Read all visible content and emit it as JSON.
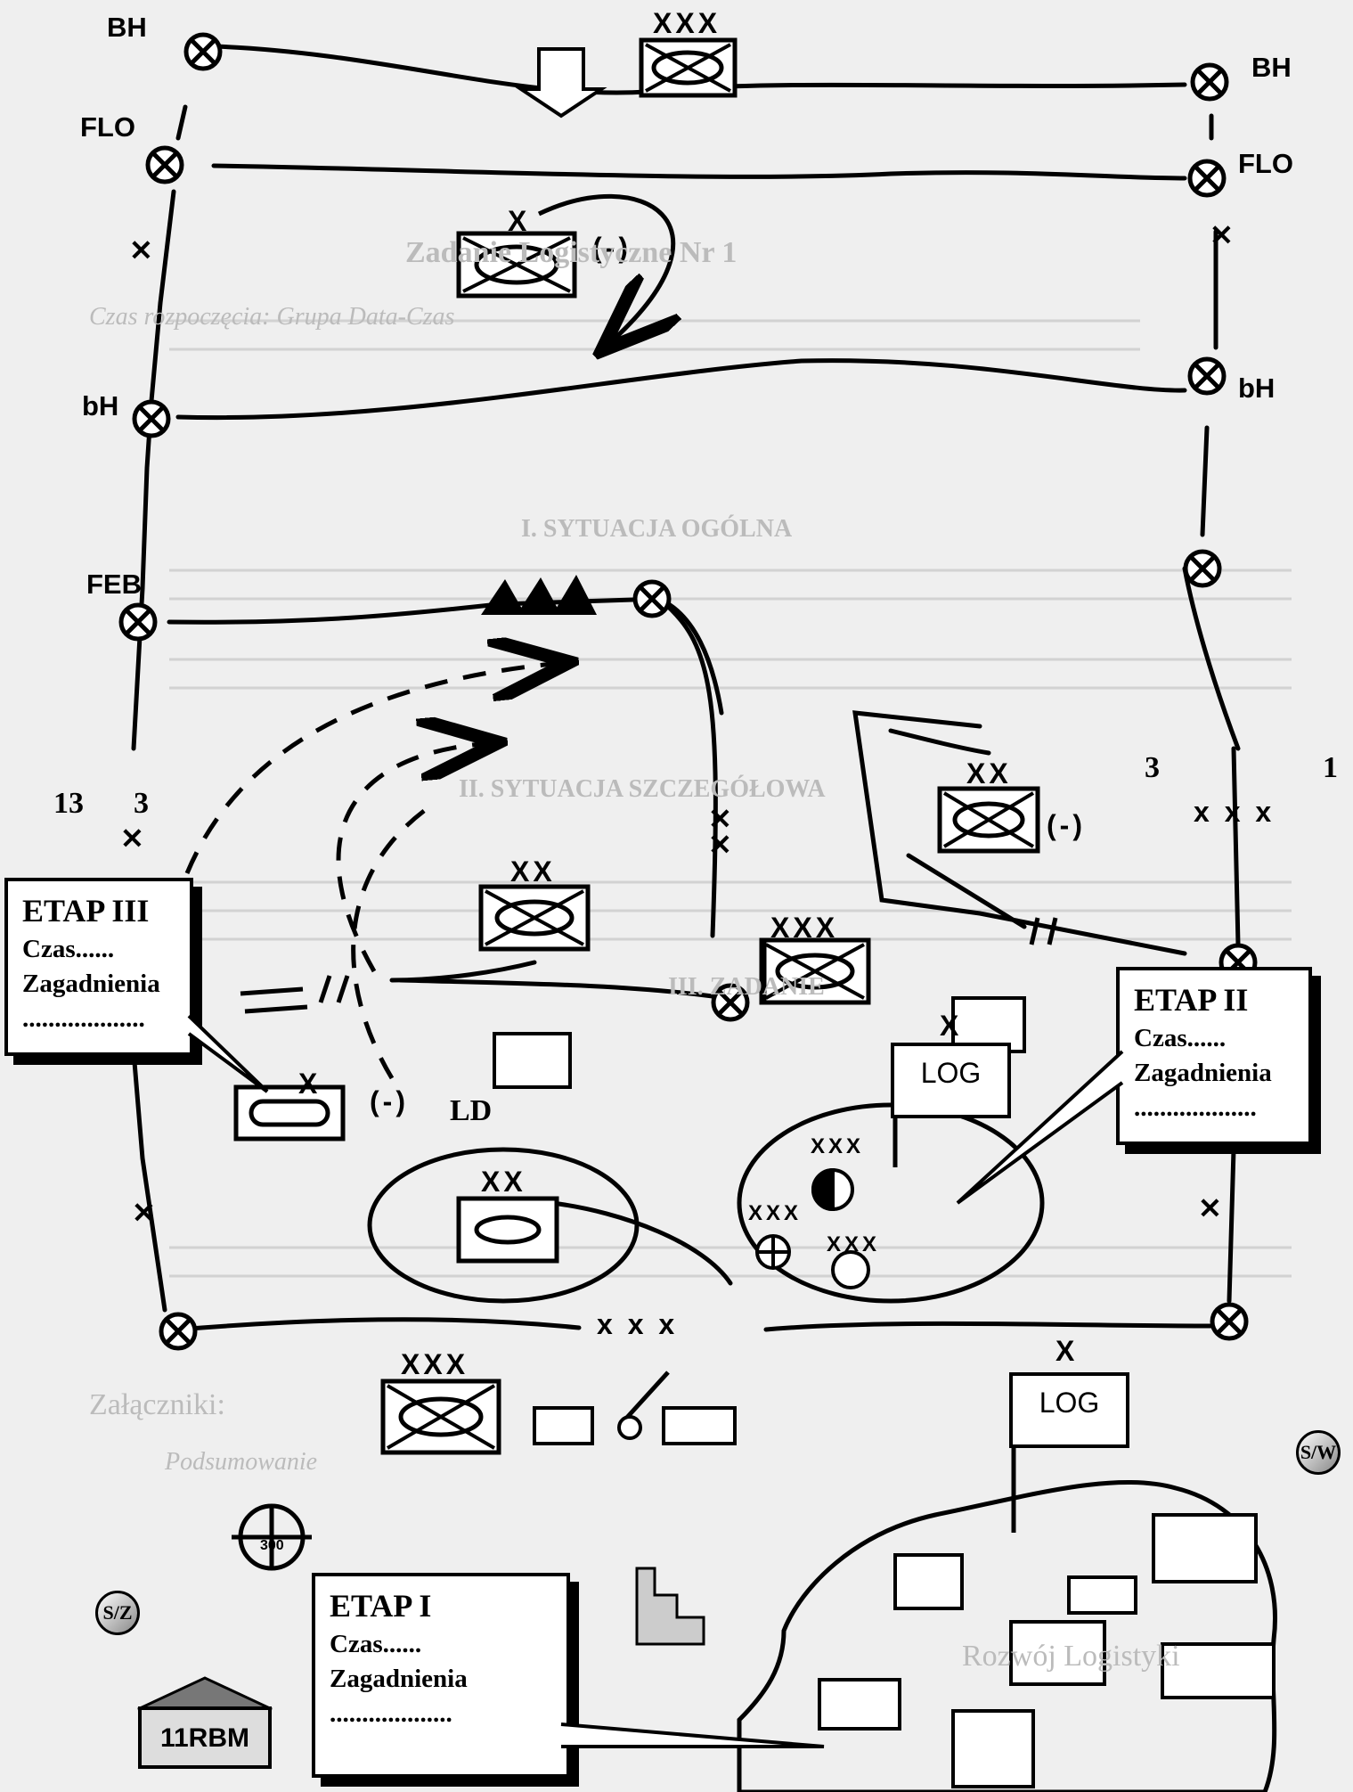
{
  "line_labels": {
    "bh_left": "BH",
    "bh_right": "BH",
    "flo_left": "FLO",
    "flo_right": "FLO",
    "bh_lower_left": "bH",
    "bh_lower_right": "bH",
    "feb": "FEB",
    "ld": "LD"
  },
  "boundary_numbers": {
    "left_outer": "13",
    "left_inner": "3",
    "right_inner": "3",
    "right_outer": "1"
  },
  "unit_symbols": {
    "corps_top": "XXX",
    "brigade_top": "X",
    "reduced": "(-)",
    "reduced_right": "(-)",
    "reduced_left": "(-)",
    "division_right": "XX",
    "division_center": "XX",
    "division_bottom": "XX",
    "corps_center": "XXX",
    "brigade_flag": "X",
    "brigade_left": "X",
    "boundary_corps": "x x x",
    "boundary_corps_bottom": "x x x",
    "log_center": "XXX",
    "log_left": "XXX",
    "log_right": "XXX",
    "corps_bottom": "XXX",
    "brigade_bottom_flag": "X"
  },
  "flags": {
    "log_center": "LOG",
    "log_bottom": "LOG"
  },
  "etaps": [
    {
      "title": "ETAP III",
      "time": "Czas......",
      "topics": "Zagadnienia",
      "dots": "..................."
    },
    {
      "title": "ETAP II",
      "time": "Czas......",
      "topics": "Zagadnienia",
      "dots": "..................."
    },
    {
      "title": "ETAP I",
      "time": "Czas......",
      "topics": "Zagadnienia",
      "dots": "..................."
    }
  ],
  "base_label": "11RBM",
  "scale_label": "300",
  "compass": {
    "left": "S/Z",
    "right": "S/W"
  },
  "background_text": [
    "Zadanie Logistyczne Nr 1",
    "Czas rozpoczęcia: Grupa Data-Czas",
    "I. SYTUACJA OGÓLNA",
    "II. SYTUACJA SZCZEGÓŁOWA",
    "III. ZADANIE",
    "Załączniki:",
    "Podsumowanie",
    "Rozwój Logistyki"
  ]
}
